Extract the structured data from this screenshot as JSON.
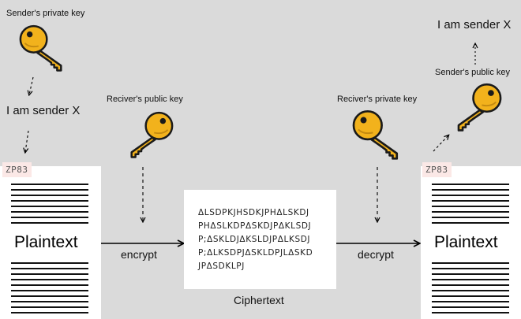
{
  "sender_side": {
    "private_key_label": "Sender's private key",
    "message": "I am sender X",
    "tag": "ZP83",
    "document_title": "Plaintext"
  },
  "encrypt_step": {
    "key_label": "Reciver's public key",
    "action_label": "encrypt"
  },
  "ciphertext": {
    "lines": [
      "ΔLSDΡKJHSDKJΡHΔLSKDJ",
      "ΡHΔSLKDΡΔSKDJΡΔKLSDJ",
      "Ρ;ΔSKLDJΔKSLDJΡΔLKSDJ",
      "Ρ;ΔLKSDΡJΔSKLDΡJLΔSKD",
      "JΡΔSDKLΡJ"
    ],
    "label": "Ciphertext"
  },
  "decrypt_step": {
    "key_label": "Reciver's private key",
    "action_label": "decrypt"
  },
  "receiver_side": {
    "public_key_label": "Sender's public key",
    "message": "I am sender X",
    "tag": "ZP83",
    "document_title": "Plaintext"
  },
  "colors": {
    "background": "#dadada",
    "key_fill": "#f2b21c",
    "key_outline": "#1a1a1a",
    "tag_background": "#fbe8e6"
  },
  "icons": [
    "key-icon"
  ]
}
